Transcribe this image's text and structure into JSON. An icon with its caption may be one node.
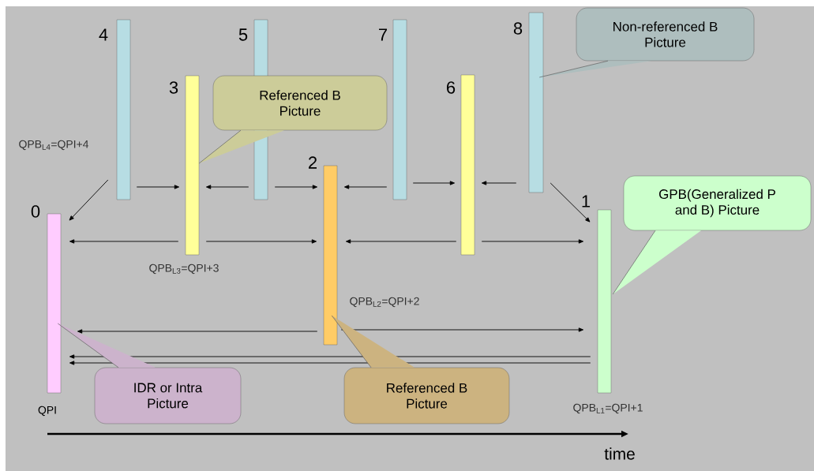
{
  "diagram": {
    "nodes": [
      {
        "text": [
          "0"
        ]
      },
      {
        "text": [
          "1"
        ],
        "beside": [
          "QPB$_{L1}$=QPI+1"
        ]
      },
      {
        "text": [
          "2"
        ],
        "beside": [
          "QPB$_{L2}$=QPI+2"
        ]
      },
      {
        "text": [
          "3"
        ],
        "beside": [
          "QPB$_{L3}$=QPI+3"
        ]
      },
      {
        "text": [
          "4"
        ],
        "beside": [
          "QPB$_{L4}$=QPI+4"
        ]
      },
      {
        "text": [
          "5"
        ]
      },
      {
        "text": [
          "6"
        ]
      },
      {
        "text": [
          "7"
        ]
      },
      {
        "text": [
          "8"
        ]
      },
      {
        "text": [
          "Referenced B Picture"
        ]
      },
      {
        "text": [
          "Non-referenced B Picture"
        ]
      },
      {
        "text": [
          "GPB(Generalized P and B) Picture"
        ]
      },
      {
        "text": [
          "IDR or Intra Picture"
        ]
      },
      {
        "text": [
          "Referenced B Picture"
        ]
      }
    ],
    "edges": [
      {
        "from": 4,
        "to": 0,
        "arrow": "to"
      },
      {
        "from": 4,
        "to": 3,
        "arrow": "to"
      },
      {
        "from": 5,
        "to": 3,
        "arrow": "to"
      },
      {
        "from": 5,
        "to": 2,
        "arrow": "to"
      },
      {
        "from": 7,
        "to": 2,
        "arrow": "to"
      },
      {
        "from": 7,
        "to": 6,
        "arrow": "to"
      },
      {
        "from": 8,
        "to": 6,
        "arrow": "to"
      },
      {
        "from": 8,
        "to": 1,
        "arrow": "to"
      },
      {
        "from": 3,
        "to": 0,
        "arrow": "to"
      },
      {
        "from": 3,
        "to": 2,
        "arrow": "to"
      },
      {
        "from": 6,
        "to": 2,
        "arrow": "to"
      },
      {
        "from": 6,
        "to": 1,
        "arrow": "to"
      },
      {
        "from": 2,
        "to": 0,
        "arrow": "to"
      },
      {
        "from": 2,
        "to": 1,
        "arrow": "to"
      },
      {
        "from": 1,
        "to": 0,
        "arrow": "to"
      },
      {
        "from": 1,
        "to": 0,
        "arrow": "to"
      },
      {
        "from": 9,
        "to": 3,
        "arrow": "none"
      },
      {
        "from": 10,
        "to": 8,
        "arrow": "none"
      },
      {
        "from": 11,
        "to": 1,
        "arrow": "none"
      },
      {
        "from": 12,
        "to": 0,
        "arrow": "none"
      },
      {
        "from": 13,
        "to": 2,
        "arrow": "none"
      }
    ],
    "labels": [
      "QPI",
      "time"
    ]
  }
}
